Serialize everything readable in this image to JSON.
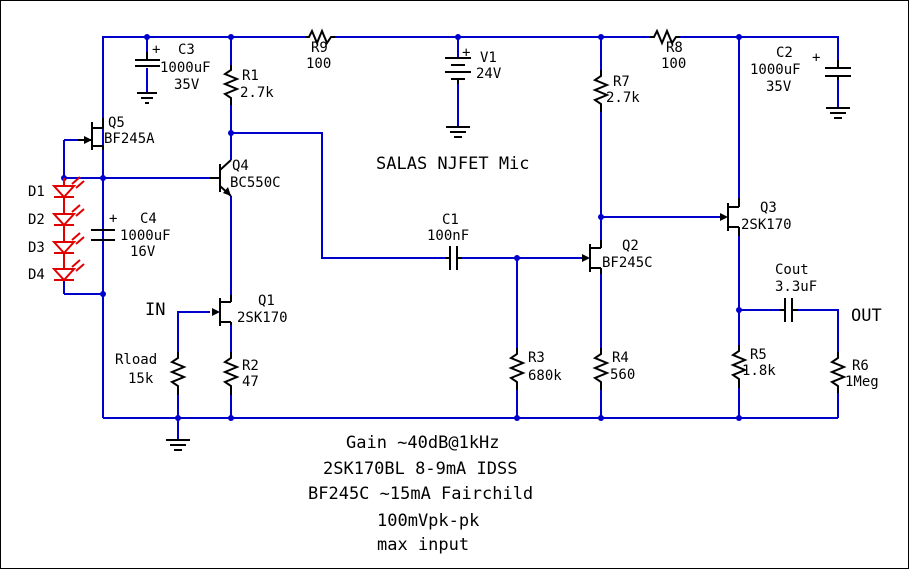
{
  "title": "SALAS NJFET Mic",
  "input_label": "IN",
  "output_label": "OUT",
  "components": {
    "c3": {
      "ref": "C3",
      "value": "1000uF",
      "rating": "35V",
      "polarity": "+"
    },
    "r1": {
      "ref": "R1",
      "value": "2.7k"
    },
    "r9": {
      "ref": "R9",
      "value": "100"
    },
    "v1": {
      "ref": "V1",
      "value": "24V",
      "polarity": "+"
    },
    "r8": {
      "ref": "R8",
      "value": "100"
    },
    "c2": {
      "ref": "C2",
      "value": "1000uF",
      "rating": "35V",
      "polarity": "+"
    },
    "q5": {
      "ref": "Q5",
      "value": "BF245A"
    },
    "q4": {
      "ref": "Q4",
      "value": "BC550C"
    },
    "r7": {
      "ref": "R7",
      "value": "2.7k"
    },
    "d1": {
      "ref": "D1"
    },
    "d2": {
      "ref": "D2"
    },
    "d3": {
      "ref": "D3"
    },
    "d4": {
      "ref": "D4"
    },
    "c4": {
      "ref": "C4",
      "value": "1000uF",
      "rating": "16V",
      "polarity": "+"
    },
    "c1": {
      "ref": "C1",
      "value": "100nF"
    },
    "q3": {
      "ref": "Q3",
      "value": "2SK170"
    },
    "q2": {
      "ref": "Q2",
      "value": "BF245C"
    },
    "cout": {
      "ref": "Cout",
      "value": "3.3uF"
    },
    "q1": {
      "ref": "Q1",
      "value": "2SK170"
    },
    "rload": {
      "ref": "Rload",
      "value": "15k"
    },
    "r2": {
      "ref": "R2",
      "value": "47"
    },
    "r3": {
      "ref": "R3",
      "value": "680k"
    },
    "r4": {
      "ref": "R4",
      "value": "560"
    },
    "r5": {
      "ref": "R5",
      "value": "1.8k"
    },
    "r6": {
      "ref": "R6",
      "value": "1Meg"
    }
  },
  "notes": [
    "Gain ~40dB@1kHz",
    "2SK170BL 8-9mA IDSS",
    "BF245C ~15mA Fairchild",
    "100mVpk-pk",
    "max input"
  ],
  "colors": {
    "wire": "#0000cc",
    "component": "#000000",
    "led": "#e00000",
    "background": "#ffffff"
  }
}
